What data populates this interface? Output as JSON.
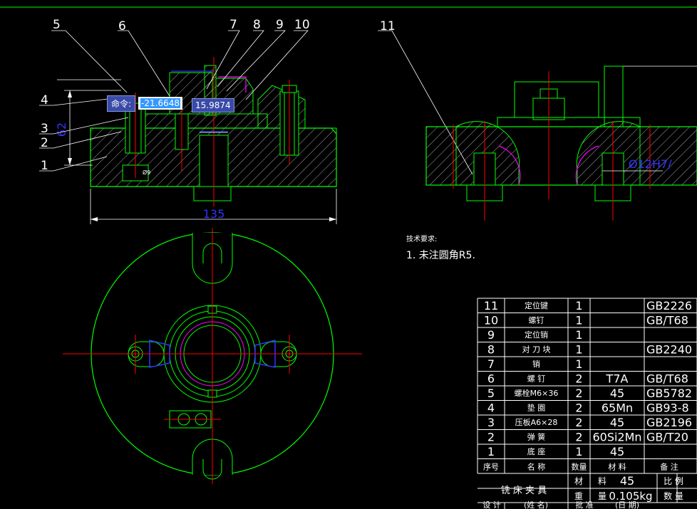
{
  "drawing": {
    "balloons": [
      "5",
      "6",
      "7",
      "8",
      "9",
      "10",
      "11",
      "4",
      "3",
      "2",
      "1"
    ],
    "dims": {
      "width": "135",
      "height": "62",
      "small": "Ø9",
      "fit": "Ø12H7/"
    },
    "tech_title": "技术要求:",
    "tech_note": "1. 未注圆角R5."
  },
  "command": {
    "label": "命令:",
    "x_value": "-21.6648",
    "y_value": "15.9874"
  },
  "bom": {
    "rows": [
      {
        "no": "11",
        "name": "定位键",
        "qty": "1",
        "mat": "",
        "std": "GB2226"
      },
      {
        "no": "10",
        "name": "螺钉",
        "qty": "1",
        "mat": "",
        "std": "GB/T68"
      },
      {
        "no": "9",
        "name": "定位销",
        "qty": "1",
        "mat": "",
        "std": ""
      },
      {
        "no": "8",
        "name": "对 刀 块",
        "qty": "1",
        "mat": "",
        "std": "GB2240"
      },
      {
        "no": "7",
        "name": "销",
        "qty": "1",
        "mat": "",
        "std": ""
      },
      {
        "no": "6",
        "name": "螺    钉",
        "qty": "2",
        "mat": "T7A",
        "std": "GB/T68"
      },
      {
        "no": "5",
        "name": "螺栓M6×36",
        "qty": "2",
        "mat": "45",
        "std": "GB5782"
      },
      {
        "no": "4",
        "name": "垫    圈",
        "qty": "2",
        "mat": "65Mn",
        "std": "GB93-8"
      },
      {
        "no": "3",
        "name": "压板A6×28",
        "qty": "2",
        "mat": "45",
        "std": "GB2196"
      },
      {
        "no": "2",
        "name": "弹    簧",
        "qty": "2",
        "mat": "60Si2Mn",
        "std": "GB/T20"
      },
      {
        "no": "1",
        "name": "底    座",
        "qty": "1",
        "mat": "45",
        "std": ""
      }
    ],
    "header": {
      "no": "序号",
      "name": "名      称",
      "qty": "数量",
      "mat": "材      料",
      "std": "备    注"
    },
    "title": "铣 床 夹 具",
    "material_label": "材      料",
    "material_value": "45",
    "weight_label": "重      量",
    "weight_value": "0.105kg",
    "scale_label": "比  例",
    "count_label": "数  量",
    "footer": [
      "设  计",
      "(姓  名)",
      "批  准",
      "(日  期)"
    ]
  },
  "colors": {
    "line": "#00ff00",
    "center": "#ff0000",
    "hatch": "#ffffff",
    "dim": "#ffffff",
    "blue": "#3333ff",
    "magenta": "#ff00ff",
    "text": "#ffffff"
  }
}
